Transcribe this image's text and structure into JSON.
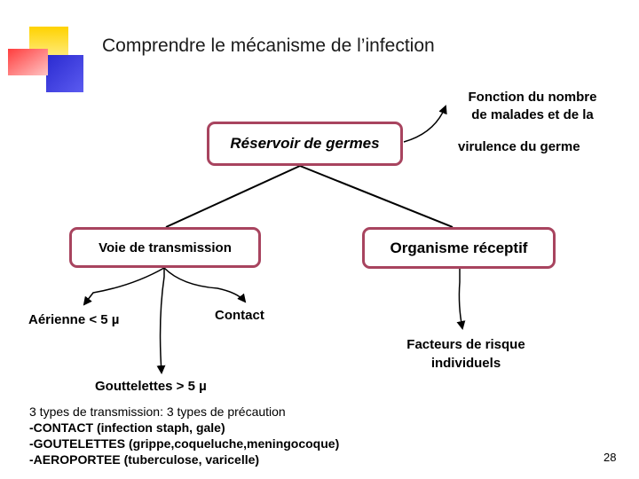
{
  "title": "Comprendre le mécanisme de l’infection",
  "nodes": {
    "reservoir": "Réservoir de germes",
    "voie": "Voie de transmission",
    "organisme": "Organisme réceptif",
    "fonction_line1": "Fonction du nombre",
    "fonction_line2": "de malades et de la",
    "virulence": "virulence du germe",
    "aerienne": "Aérienne < 5 µ",
    "contact": "Contact",
    "gouttelettes": "Gouttelettes > 5 µ",
    "facteurs_line1": "Facteurs de risque",
    "facteurs_line2": "individuels"
  },
  "notes": [
    "3 types de transmission: 3 types de précaution",
    "-CONTACT (infection staph, gale)",
    "-GOUTELETTES (grippe,coqueluche,meningocoque)",
    "-AEROPORTEE (tuberculose, varicelle)"
  ],
  "page_number": "28",
  "colors": {
    "box_border": "#a8445f",
    "connector": "#000000",
    "deco_yellow": "#ffd200",
    "deco_blue": "#3636d6",
    "deco_red": "#ff5a5a"
  }
}
